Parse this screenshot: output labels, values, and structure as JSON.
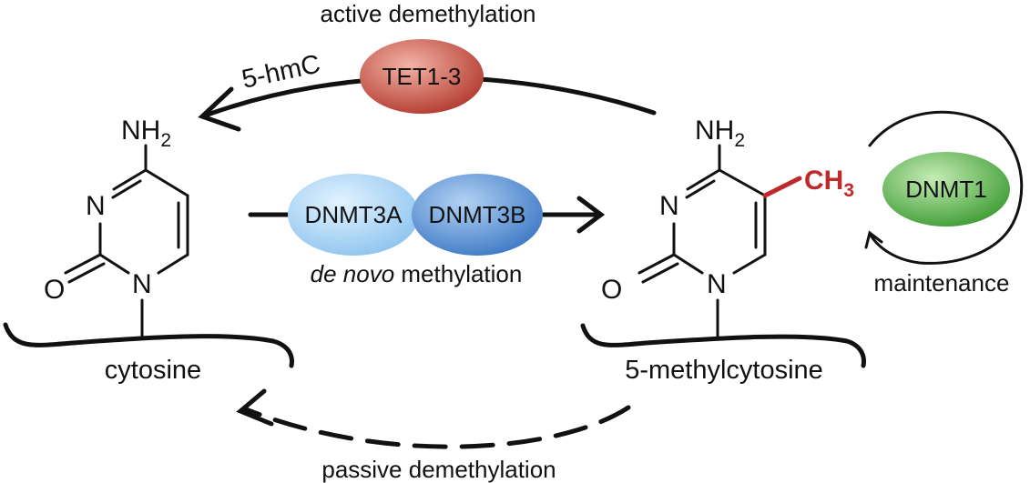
{
  "labels": {
    "active_demethylation": "active demethylation",
    "hmc": "5-hmC",
    "de_novo_italic": "de novo",
    "methylation": " methylation",
    "maintenance": "maintenance",
    "passive_demethylation": "passive demethylation",
    "cytosine": "cytosine",
    "methylcytosine": "5-methylcytosine"
  },
  "enzymes": {
    "tet": "TET1-3",
    "dnmt3a": "DNMT3A",
    "dnmt3b": "DNMT3B",
    "dnmt1": "DNMT1"
  },
  "atoms": {
    "nh2_prefix": "NH",
    "nh2_sub": "2",
    "n": "N",
    "o": "O",
    "ch3_prefix": "CH",
    "ch3_sub": "3"
  },
  "colors": {
    "tet_fill": "#c9463c",
    "dnmt3a_fill": "#9fd1f2",
    "dnmt3b_fill": "#5c95d6",
    "dnmt1_fill": "#4aa83f",
    "methyl": "#c0282a"
  }
}
